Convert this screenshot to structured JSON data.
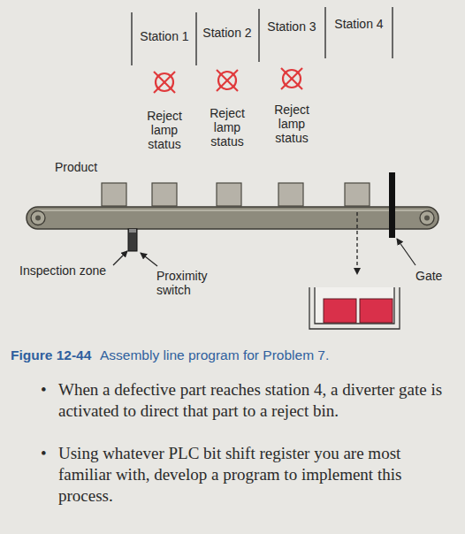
{
  "diagram": {
    "caption": "Assembly line program for Problem 7.",
    "labels": [
      "Station 1",
      "Station 2",
      "Station 3",
      "Station 4",
      "Reject lamp status",
      "Reject lamp status",
      "Reject lamp status",
      "Product",
      "Inspection zone",
      "Proximity switch",
      "Gate",
      "Figure 12-44",
      "•",
      "•",
      "When a defective part reaches station 4, a diverter gate is activated to direct that part to a reject bin.",
      "Using whatever PLC bit shift register you are most familiar with, develop a program to implement this process."
    ]
  }
}
